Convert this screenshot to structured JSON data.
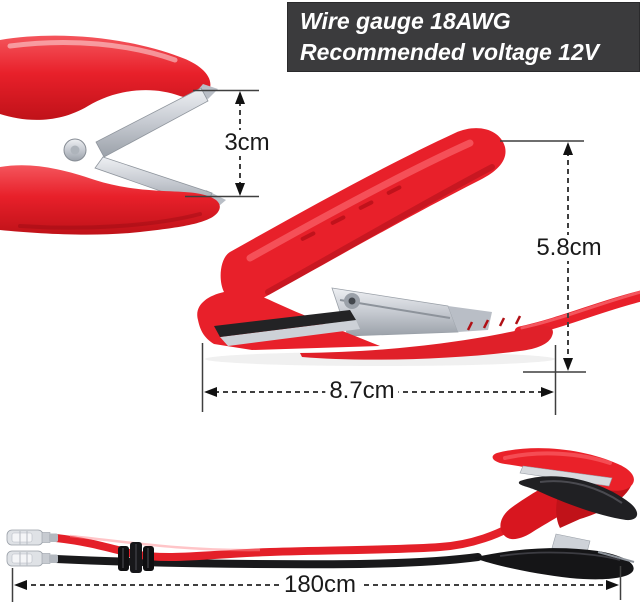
{
  "spec_box": {
    "line1": "Wire gauge 18AWG",
    "line2": "Recommended voltage 12V",
    "background": "#3b3b3d",
    "text_color": "#ffffff"
  },
  "dimensions": {
    "jaw_opening": "3cm",
    "clip_height": "5.8cm",
    "clip_length": "8.7cm",
    "cable_length": "180cm"
  },
  "colors": {
    "clip_red": "#e8202a",
    "clip_red_dark": "#c01219",
    "clip_red_light": "#f4555c",
    "metal_silver": "#ccd0d6",
    "wire_black": "#19191b",
    "dimension_line": "#3f3f3f",
    "label_text": "#1a1a1a",
    "background": "#ffffff"
  },
  "image_parts": {
    "top_left": "red alligator clip, jaws open (front view)",
    "center": "red alligator clip (side view) with wire",
    "bottom": "battery clip cable: spade terminals, red and black wires, red and black clips"
  }
}
